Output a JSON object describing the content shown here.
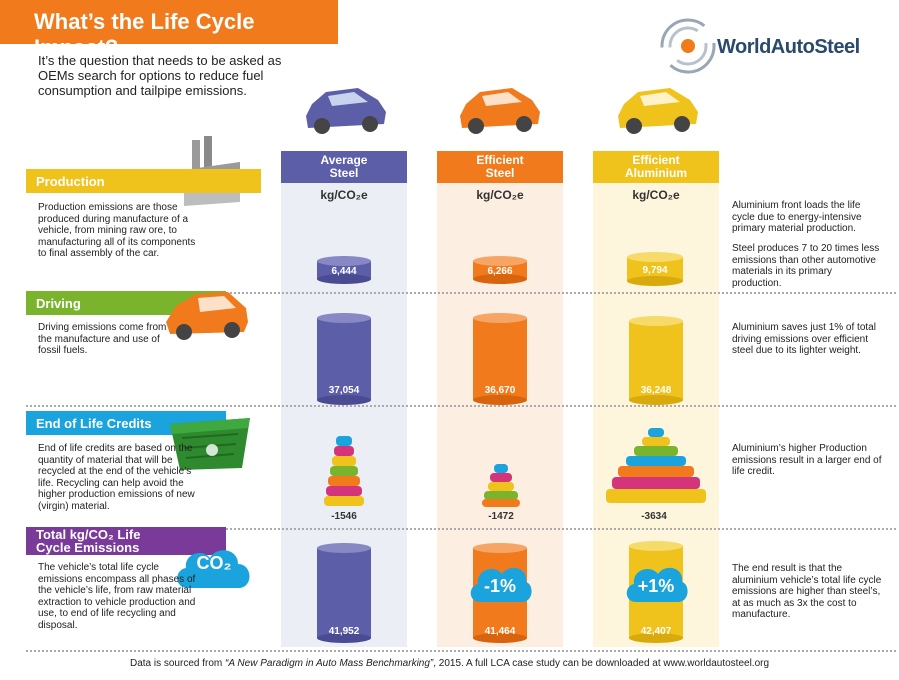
{
  "title": "What’s the Life Cycle Impact?",
  "intro": "It’s the question that needs to be asked as OEMs search for options to reduce fuel consumption and tailpipe emissions.",
  "logo": {
    "text": "WorldAutoSteel"
  },
  "columns": [
    {
      "name": "Average Steel",
      "line1": "Average",
      "line2": "Steel",
      "unit": "kg/CO₂e",
      "color": "#5d5ea8",
      "bg": "#eceef6"
    },
    {
      "name": "Efficient Steel",
      "line1": "Efficient",
      "line2": "Steel",
      "unit": "kg/CO₂e",
      "color": "#f07a1c",
      "bg": "#fdeee2"
    },
    {
      "name": "Efficient Aluminium",
      "line1": "Efficient",
      "line2": "Aluminium",
      "unit": "kg/CO₂e",
      "color": "#f0c21c",
      "bg": "#fdf6dc"
    }
  ],
  "sections": {
    "production": {
      "label": "Production",
      "color": "#f0c21c",
      "desc": "Production emissions are those produced during manufacture of a vehicle, from mining raw ore, to manufacturing all of its components to final assembly of the car.",
      "values": [
        "6,444",
        "6,266",
        "9,794"
      ],
      "note1": "Aluminium front loads the life cycle due to energy-intensive primary material production.",
      "note2": "Steel produces 7 to 20 times less emissions than other automotive materials in its primary production."
    },
    "driving": {
      "label": "Driving",
      "color": "#7ab42c",
      "desc": "Driving emissions come from the manufacture and use of fossil fuels.",
      "values": [
        "37,054",
        "36,670",
        "36,248"
      ],
      "note": "Aluminium saves just 1% of total driving emissions over efficient steel due to its lighter weight."
    },
    "eol": {
      "label": "End of Life Credits",
      "color": "#1aa3dc",
      "desc": "End of life credits are based on the quantity of material that will be recycled at the end of the vehicle’s life. Recycling can help avoid the higher production emissions of new (virgin) material.",
      "values": [
        "-1546",
        "-1472",
        "-3634"
      ],
      "note": "Aluminium’s higher Production emissions result in a larger end of life credit."
    },
    "total": {
      "label_line1": "Total kg/CO₂ Life",
      "label_line2": "Cycle Emissions",
      "color": "#7a3a9a",
      "desc": "The vehicle’s total life cycle emissions encompass all phases of the vehicle’s life, from raw material extraction to vehicle production and use, to end of life recycling and disposal.",
      "values": [
        "41,952",
        "41,464",
        "42,407"
      ],
      "badges": [
        "-1%",
        "+1%"
      ],
      "co2": "CO₂",
      "note": "The end result is that the aluminium vehicle’s total life cycle emissions are higher than steel’s, at as much as 3x the cost to manufacture."
    }
  },
  "footer": {
    "prefix": "Data is sourced from ",
    "source": "“A New Paradigm in Auto Mass Benchmarking”",
    "suffix": ", 2015.  A full LCA case study can be downloaded at www.worldautosteel.org"
  }
}
